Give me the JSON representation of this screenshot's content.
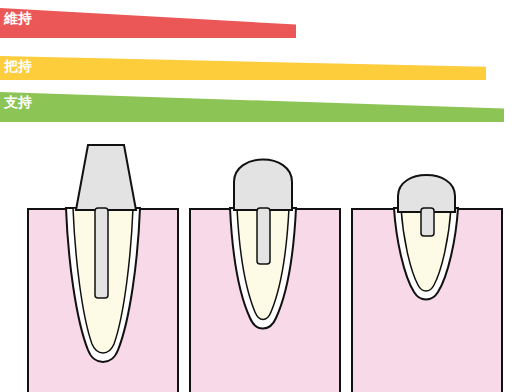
{
  "diagram": {
    "nodes": [
      {
        "text": [
          "維持"
        ]
      },
      {
        "text": [
          "把持"
        ]
      },
      {
        "text": [
          "支持"
        ]
      }
    ]
  }
}
